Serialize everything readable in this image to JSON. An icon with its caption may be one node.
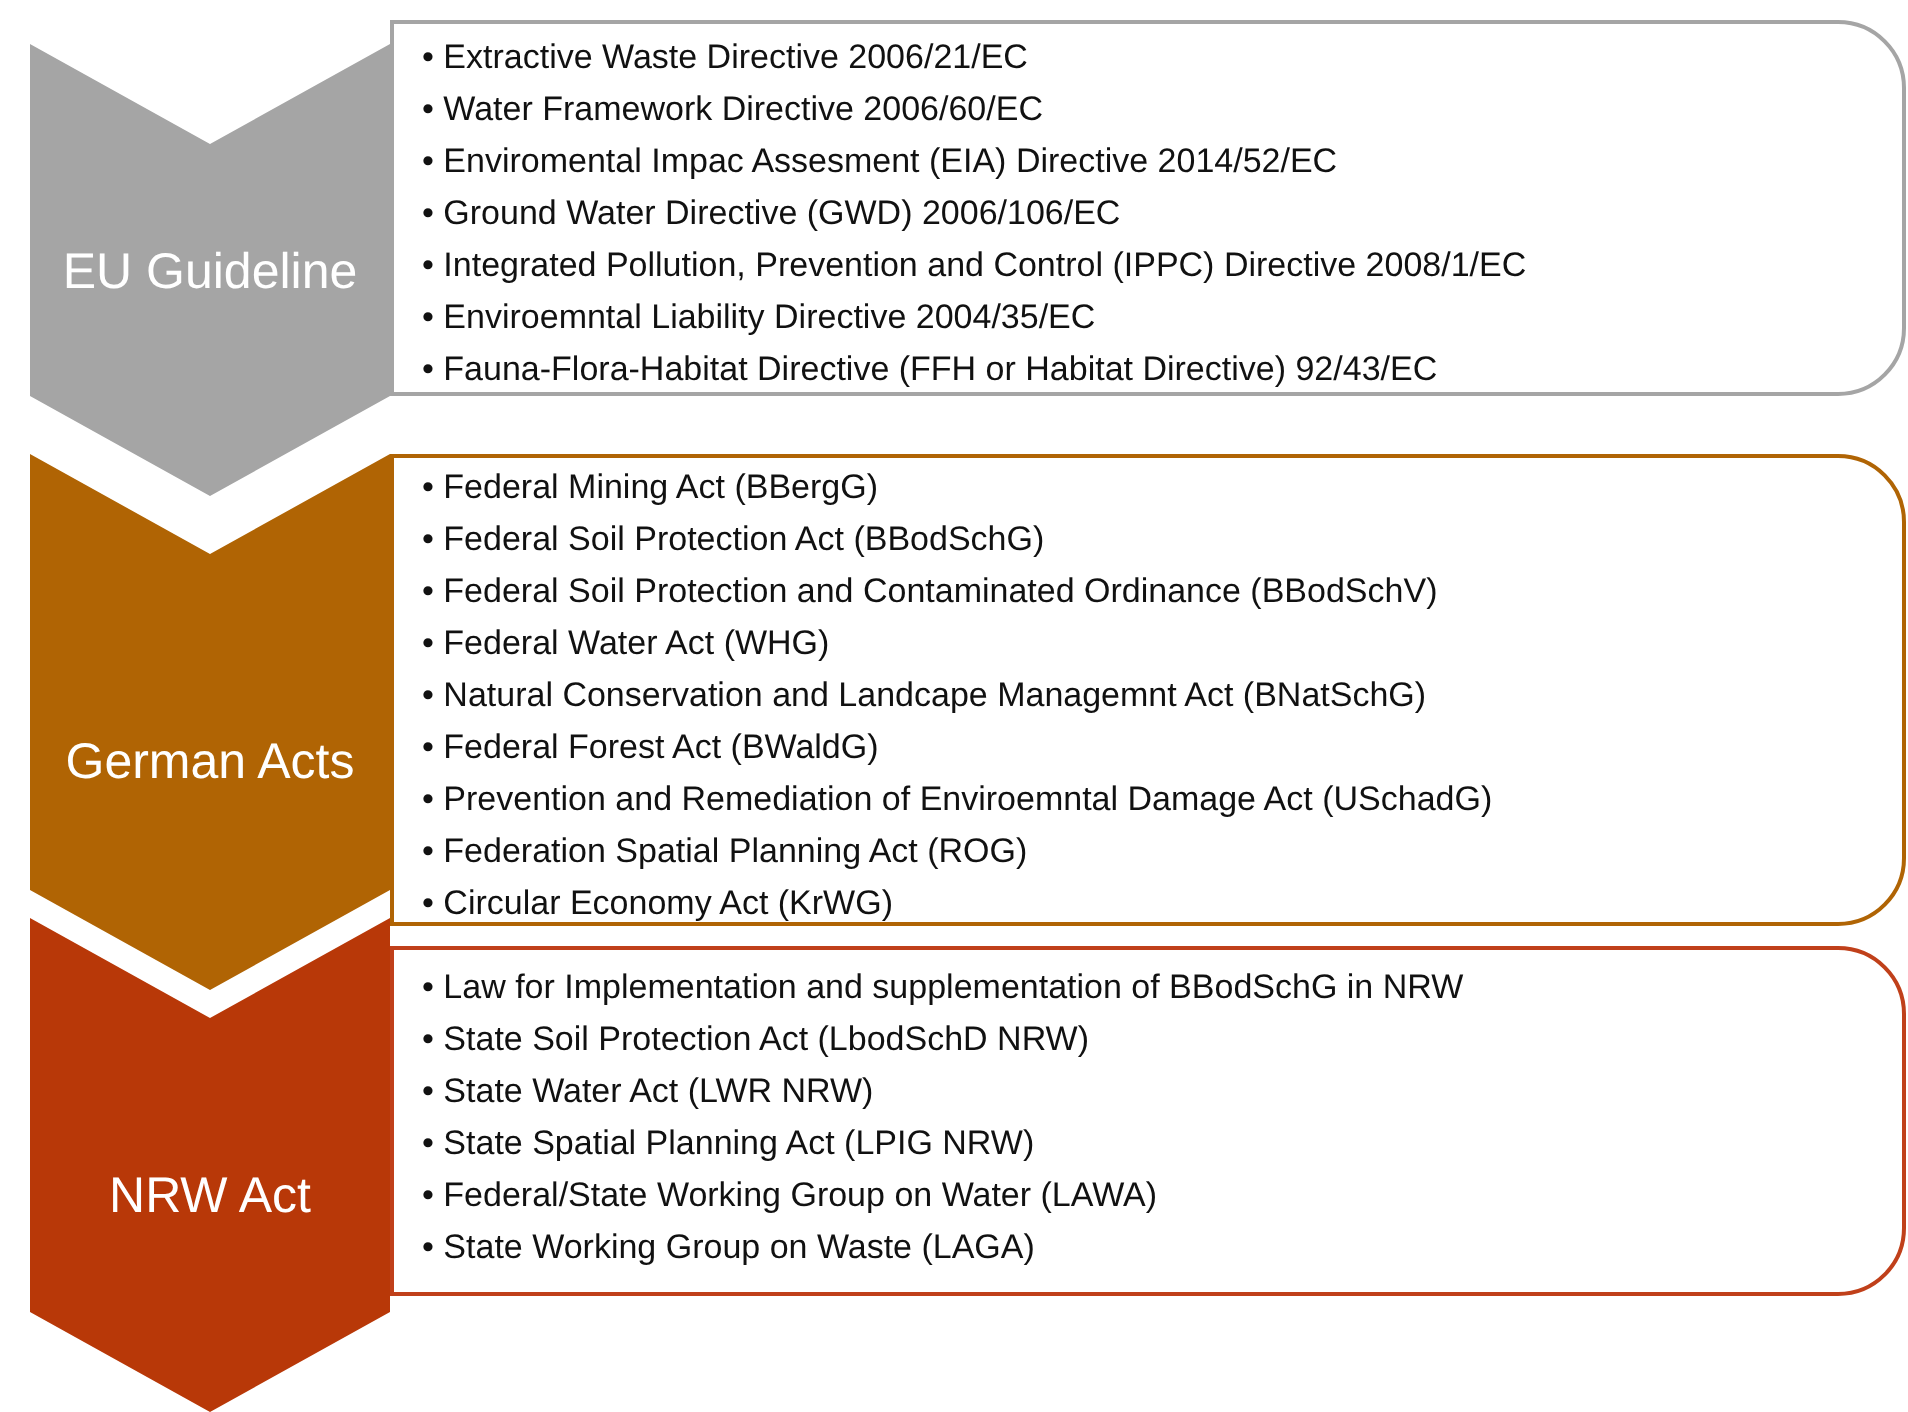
{
  "diagram": {
    "nodes": [
      {
        "text": [
          "EU Guideline"
        ]
      },
      {
        "text": [
          "• Extractive Waste Directive 2006/21/EC",
          "• Water Framework Directive 2006/60/EC",
          "• Enviromental Impac Assesment (EIA) Directive 2014/52/EC",
          "• Ground Water Directive (GWD) 2006/106/EC",
          "• Integrated Pollution, Prevention and Control (IPPC) Directive 2008/1/EC",
          "• Enviroemntal Liability Directive 2004/35/EC",
          "• Fauna-Flora-Habitat Directive (FFH or Habitat Directive) 92/43/EC"
        ]
      },
      {
        "text": [
          "German Acts"
        ]
      },
      {
        "text": [
          "• Federal Mining Act (BBergG)",
          "• Federal Soil Protection Act (BBodSchG)",
          "• Federal Soil Protection and Contaminated Ordinance (BBodSchV)",
          "• Federal Water Act (WHG)",
          "• Natural Conservation and Landcape Managemnt Act (BNatSchG)",
          "• Federal Forest Act (BWaldG)",
          "• Prevention and Remediation of Enviroemntal Damage Act (USchadG)",
          "• Federation Spatial Planning Act (ROG)",
          "• Circular Economy Act (KrWG)"
        ]
      },
      {
        "text": [
          "NRW Act"
        ]
      },
      {
        "text": [
          "• Law for Implementation and supplementation of BBodSchG in NRW",
          "• State Soil Protection Act (LbodSchD NRW)",
          "• State Water Act (LWR NRW)",
          "• State Spatial Planning Act (LPIG NRW)",
          "• Federal/State Working Group on Water (LAWA)",
          "• State Working Group on Waste (LAGA)"
        ]
      }
    ]
  }
}
